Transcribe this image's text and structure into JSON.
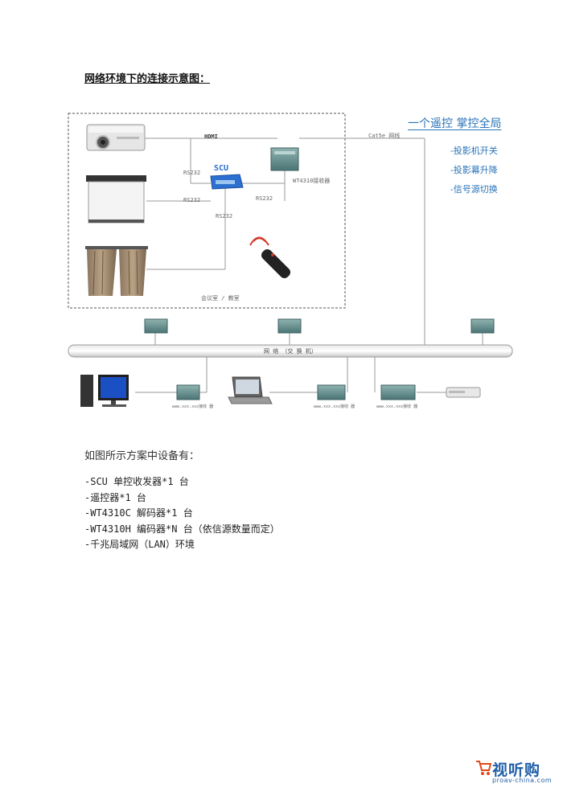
{
  "heading": "网络环境下的连接示意图：",
  "diagram": {
    "room_label": "会议室 / 教室",
    "hdmi_label": "HDMI",
    "scu_label": "SCU",
    "rs232_label": "RS232",
    "receiver_label": "WT4310接收器",
    "cable_label": "Cat5e 网线",
    "network_label": "网 络 （交 换 机）",
    "encoder_label": "www.xxx.xxx接收 器",
    "slogan": "一个遥控 掌控全局",
    "features": [
      "-投影机开关",
      "-投影幕升降",
      "-信号源切换"
    ]
  },
  "intro": "如图所示方案中设备有：",
  "equipment": [
    "-SCU 单控收发器*1 台",
    "-遥控器*1 台",
    "-WT4310C 解码器*1 台",
    "-WT4310H 编码器*N 台（依信源数量而定）",
    "-千兆局域网（LAN）环境"
  ],
  "logo": {
    "text": "视听购",
    "url": "proav-china.com"
  },
  "colors": {
    "accent": "#2a73b8",
    "device": "#5b8c8c",
    "line": "#9a9a9a"
  }
}
